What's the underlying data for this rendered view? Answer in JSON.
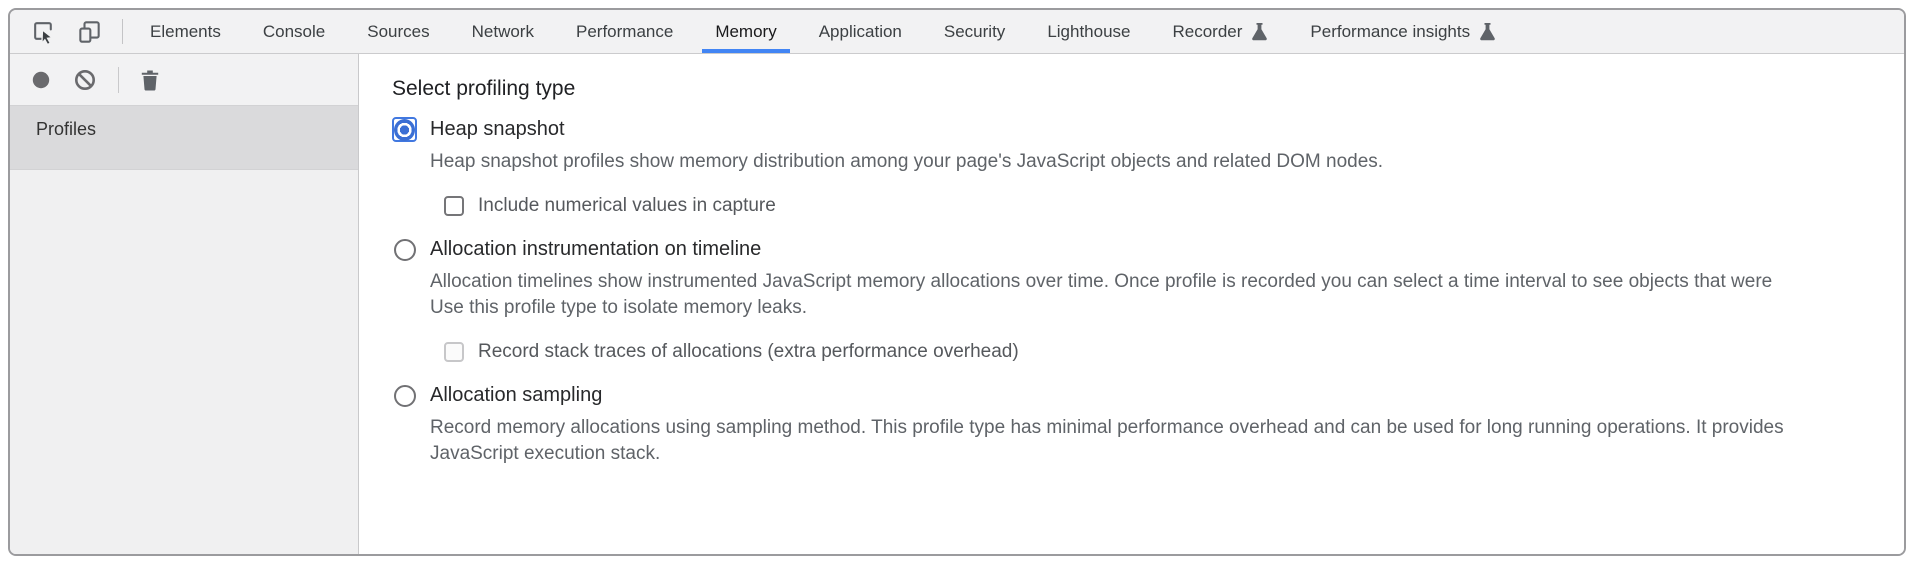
{
  "colors": {
    "tab_underline_blue": "#4285f4",
    "radio_selected_blue": "#3b6fd4",
    "toolbar_icon_gray": "#6a6a6d",
    "panel_border_gray": "#9b9b9e"
  },
  "tabbar": {
    "tools": [
      {
        "icon": "inspect-icon"
      },
      {
        "icon": "device-toolbar-icon"
      }
    ],
    "tabs": [
      {
        "label": "Elements",
        "active": false
      },
      {
        "label": "Console",
        "active": false
      },
      {
        "label": "Sources",
        "active": false
      },
      {
        "label": "Network",
        "active": false
      },
      {
        "label": "Performance",
        "active": false
      },
      {
        "label": "Memory",
        "active": true
      },
      {
        "label": "Application",
        "active": false
      },
      {
        "label": "Security",
        "active": false
      },
      {
        "label": "Lighthouse",
        "active": false
      },
      {
        "label": "Recorder",
        "active": false,
        "flask": true
      },
      {
        "label": "Performance insights",
        "active": false,
        "flask": true
      }
    ]
  },
  "sidebar": {
    "toolbar_icons": [
      "record-icon",
      "clear-icon",
      "delete-icon"
    ],
    "profiles_label": "Profiles"
  },
  "main": {
    "heading": "Select profiling type",
    "options": [
      {
        "label": "Heap snapshot",
        "selected": true,
        "description_lines": [
          "Heap snapshot profiles show memory distribution among your page's JavaScript objects and related DOM nodes."
        ],
        "checkbox": {
          "label": "Include numerical values in capture",
          "checked": false,
          "disabled": false
        }
      },
      {
        "label": "Allocation instrumentation on timeline",
        "selected": false,
        "description_lines": [
          "Allocation timelines show instrumented JavaScript memory allocations over time. Once profile is recorded you can select a time interval to see objects that were",
          "Use this profile type to isolate memory leaks."
        ],
        "checkbox": {
          "label": "Record stack traces of allocations (extra performance overhead)",
          "checked": false,
          "disabled": true
        }
      },
      {
        "label": "Allocation sampling",
        "selected": false,
        "description_lines": [
          "Record memory allocations using sampling method. This profile type has minimal performance overhead and can be used for long running operations. It provides",
          "JavaScript execution stack."
        ]
      }
    ]
  }
}
